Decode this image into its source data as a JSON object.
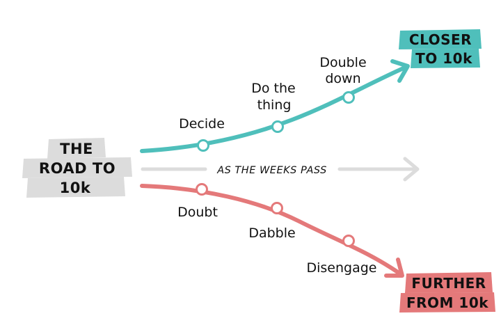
{
  "colors": {
    "up": "#4fbfbb",
    "down": "#e4797a",
    "neutral": "#dcdcdc",
    "ink": "#111111"
  },
  "start_label": [
    "THE",
    "ROAD TO",
    "10k"
  ],
  "middle_label": "AS THE WEEKS PASS",
  "up_path": {
    "steps": [
      "Decide",
      [
        "Do the",
        "thing"
      ],
      [
        "Double",
        "down"
      ]
    ],
    "end_label": [
      "CLOSER",
      "TO 10k"
    ]
  },
  "down_path": {
    "steps": [
      "Doubt",
      "Dabble",
      "Disengage"
    ],
    "end_label": [
      "FURTHER",
      "FROM 10k"
    ]
  }
}
